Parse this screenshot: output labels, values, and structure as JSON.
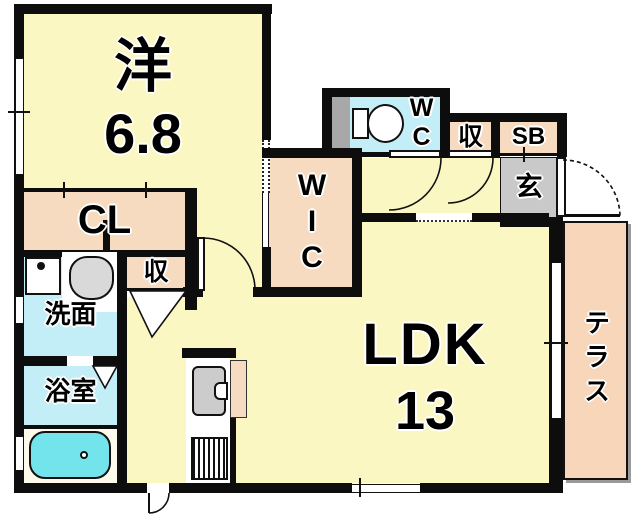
{
  "rooms": {
    "western": {
      "label": "洋",
      "size": "6.8"
    },
    "closet": {
      "label": "CL"
    },
    "wic": {
      "label": "WIC"
    },
    "wc": {
      "label": "WC"
    },
    "storage_hall": {
      "label": "収"
    },
    "storage_ldk": {
      "label": "収"
    },
    "shoebox": {
      "label": "SB"
    },
    "entrance": {
      "label": "玄"
    },
    "ldk": {
      "label": "LDK",
      "size": "13"
    },
    "washroom": {
      "label": "洗面"
    },
    "bathroom": {
      "label": "浴室"
    },
    "terrace": {
      "label": "テラス"
    }
  },
  "colors": {
    "room_yellow": "#FBF7C3",
    "closet_peach": "#F7DBC1",
    "wet_blue": "#C4EEF7",
    "bathtub_cyan": "#74E4EC",
    "entrance_gray": "#C9C9C9",
    "wall_black": "#0D0D0D"
  }
}
